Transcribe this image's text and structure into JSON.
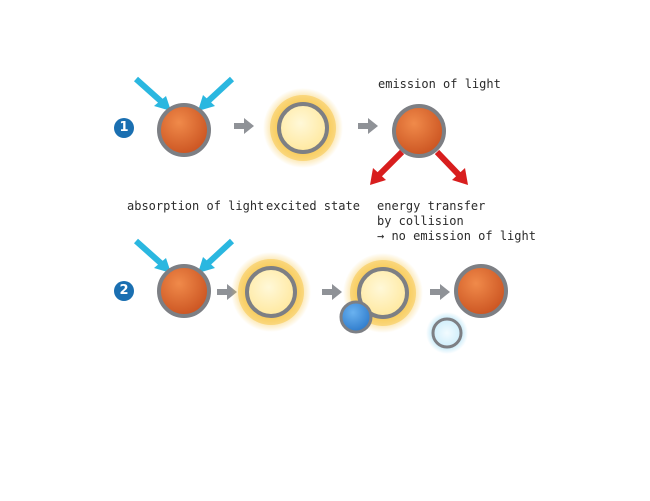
{
  "steps": [
    {
      "number": "1"
    },
    {
      "number": "2"
    }
  ],
  "labels": {
    "emission": "emission of light",
    "absorption": "absorption of light",
    "excited": "excited state",
    "transfer_line1": "energy transfer",
    "transfer_line2": "by collision",
    "transfer_line3": "→ no emission of light"
  },
  "colors": {
    "ground_atom": "#c9511f",
    "excited_core": "#ffe79a",
    "atom_ring": "#7d7f84",
    "glow": "#f7c648",
    "absorbed_light": "#2ab7e0",
    "emitted_light": "#d81e1e",
    "collision_partner": "#2b78c9",
    "process_arrow": "#8f9297",
    "step_badge": "#1a6fb1"
  },
  "icons": {
    "light_in": "diagonal-arrow-icon",
    "light_out": "diagonal-arrow-icon",
    "process": "right-arrow-icon"
  }
}
